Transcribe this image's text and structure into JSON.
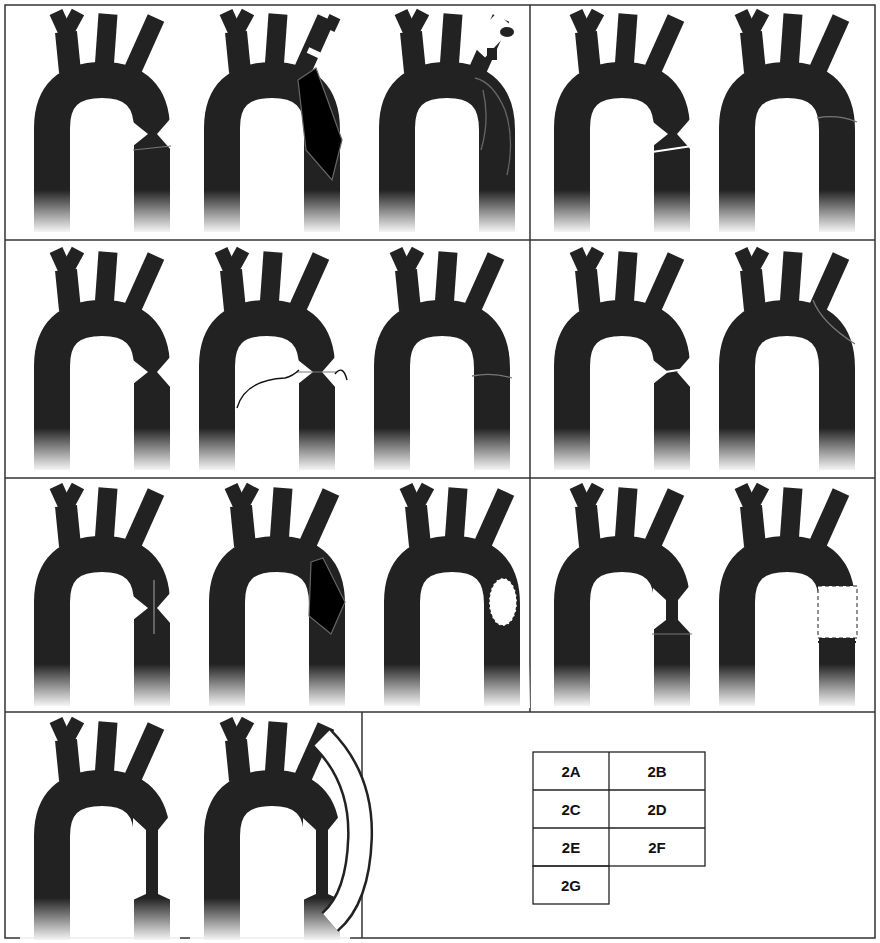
{
  "diagram": {
    "labels": [
      "2A",
      "2B",
      "2C",
      "2D",
      "2E",
      "2F",
      "2G"
    ]
  }
}
